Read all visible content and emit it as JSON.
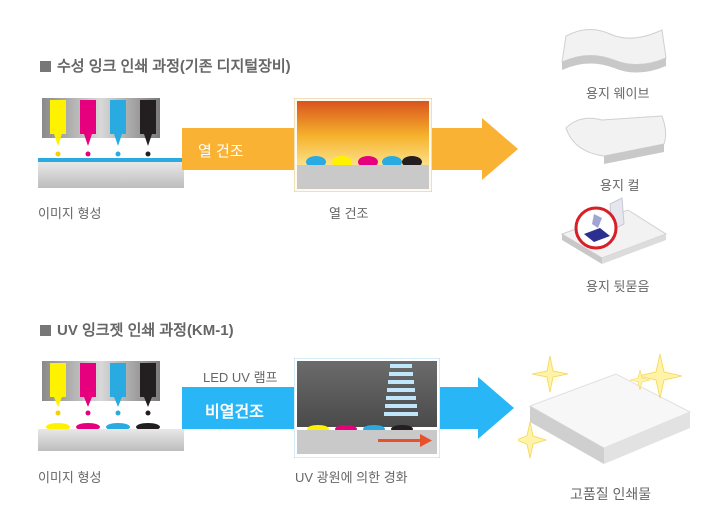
{
  "section1": {
    "heading": "수성 잉크 인쇄 과정(기존 디지털장비)",
    "stage1_caption": "이미지 형성",
    "arrow_label": "열 건조",
    "stage2_caption": "열 건조",
    "results": [
      {
        "caption": "용지 웨이브",
        "icon": "wavy-paper-icon"
      },
      {
        "caption": "용지 컬",
        "icon": "curled-paper-icon"
      },
      {
        "caption": "용지 뒷묻음",
        "icon": "ink-setoff-paper-icon"
      }
    ]
  },
  "section2": {
    "heading": "UV 잉크젯 인쇄 과정(KM-1)",
    "stage1_caption": "이미지 형성",
    "lamp_label": "LED UV 램프",
    "arrow_label": "비열건조",
    "stage2_caption": "UV 광원에 의한 경화",
    "result_caption": "고품질 인쇄물",
    "result_icon": "sparkling-paper-stack-icon"
  },
  "colors": {
    "cyan": "#29abe2",
    "magenta": "#e6007e",
    "yellow": "#fff200",
    "black": "#231f20",
    "heat_arrow": "#f9b233",
    "uv_arrow": "#29b6f6"
  }
}
